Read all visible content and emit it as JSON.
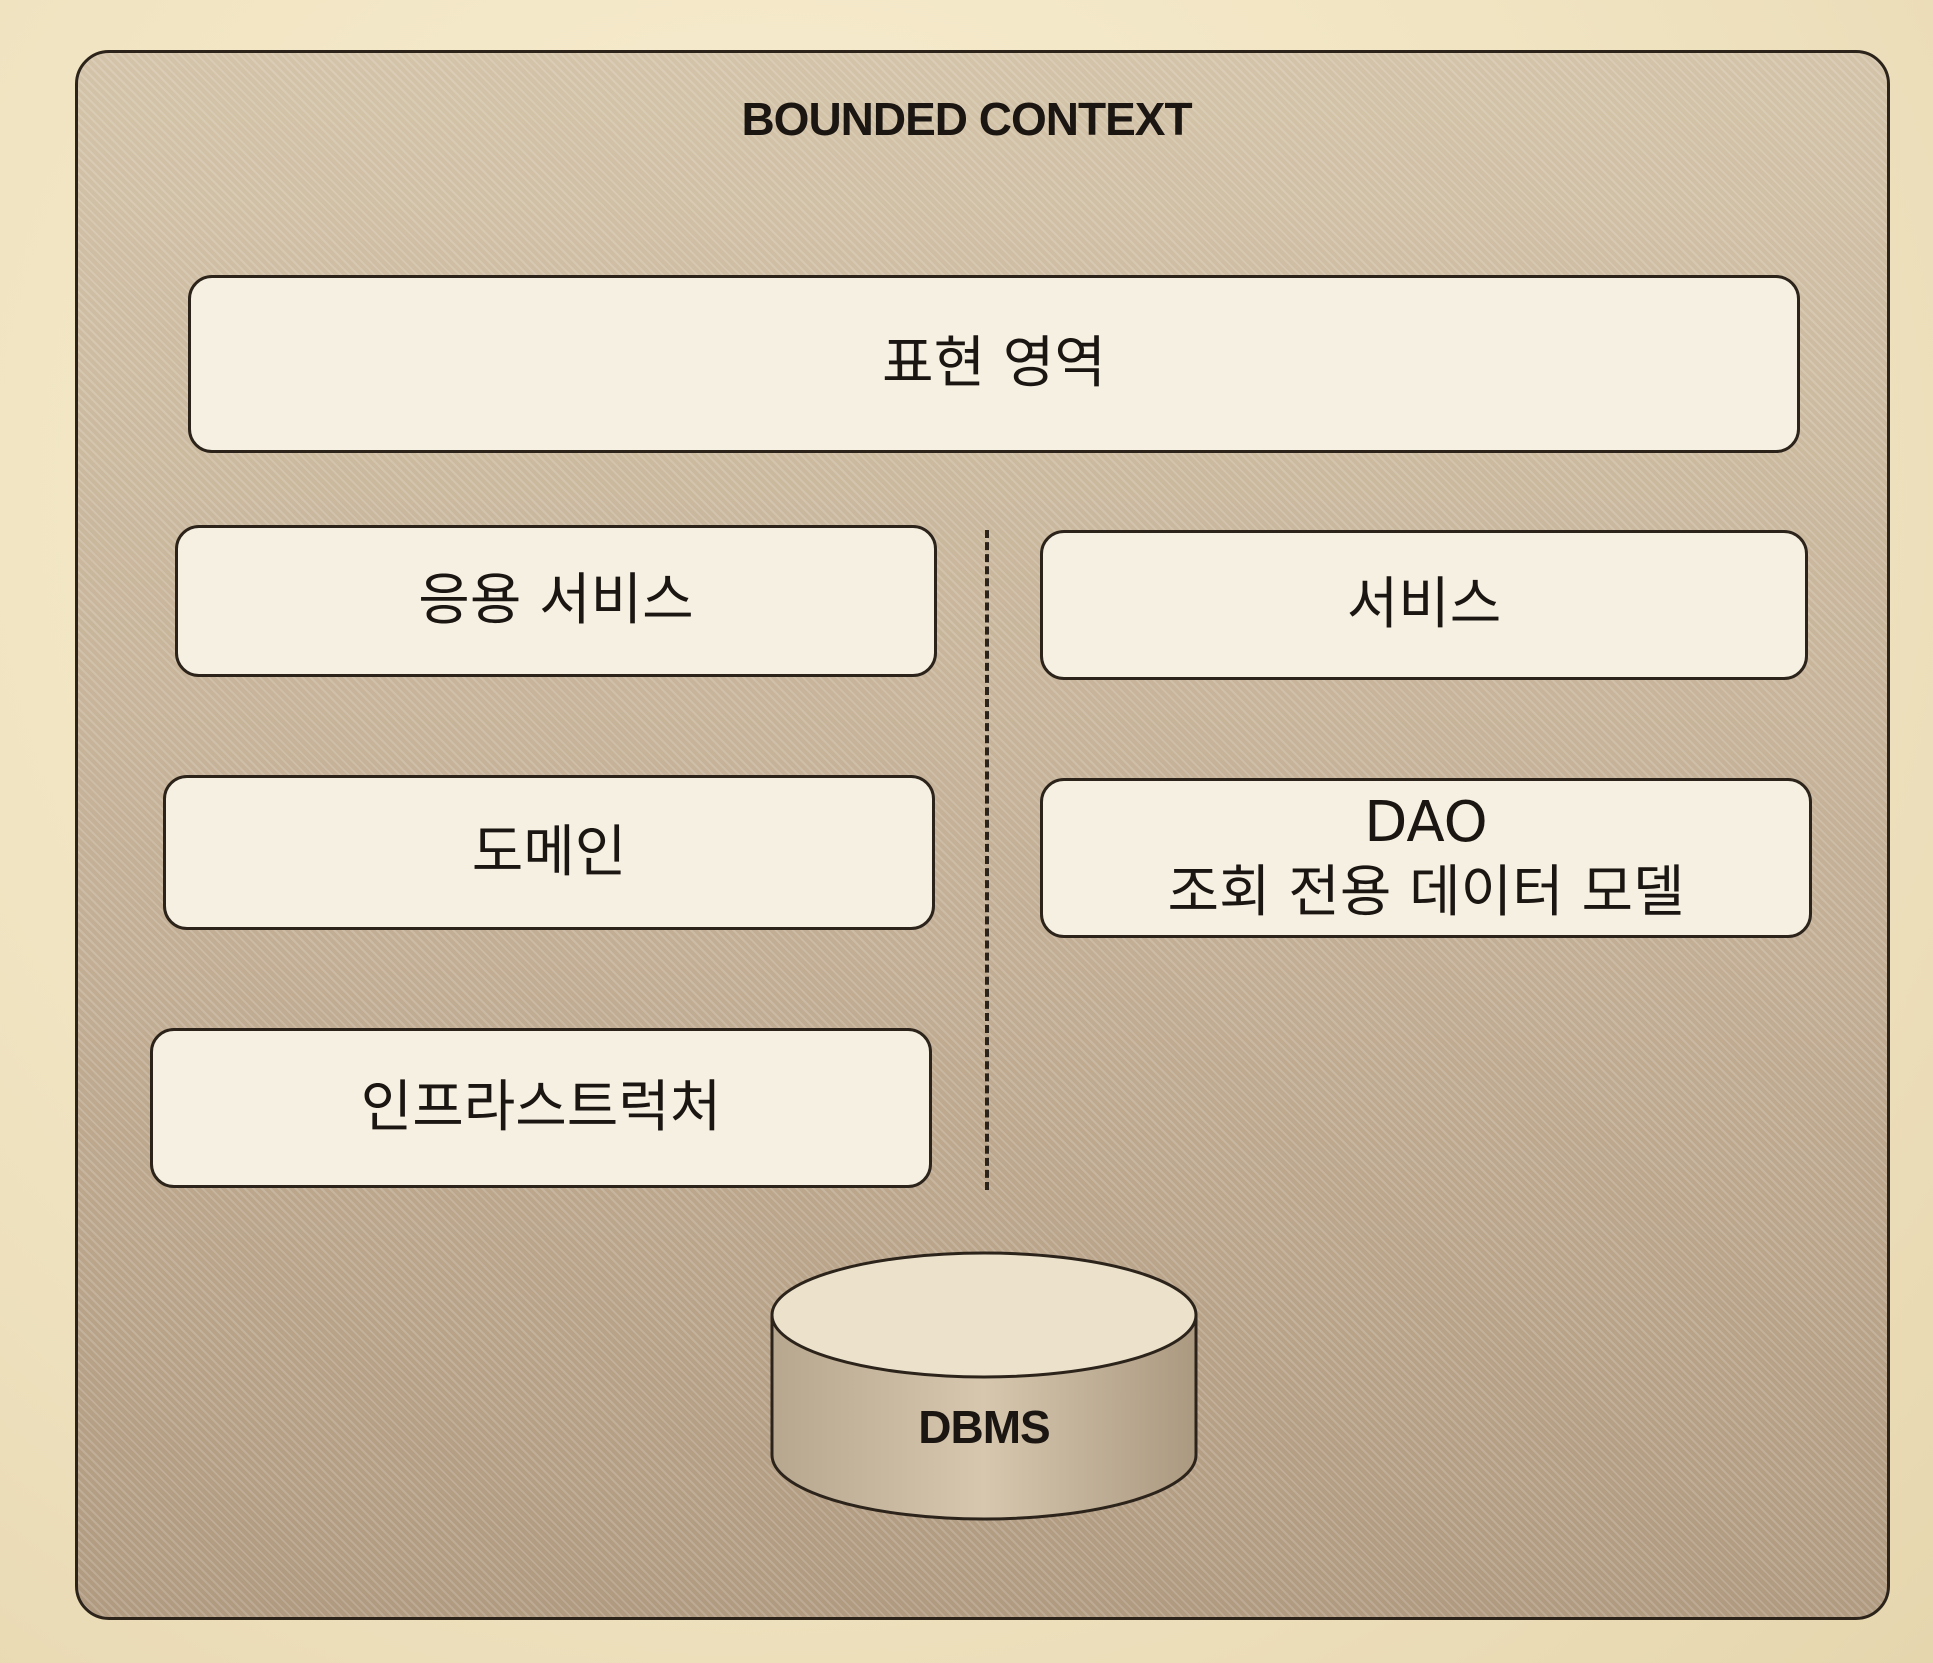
{
  "diagram": {
    "title": "BOUNDED CONTEXT",
    "left_column": [
      {
        "label": "응용 서비스"
      },
      {
        "label": "도메인"
      },
      {
        "label": "인프라스트럭처"
      }
    ],
    "top_box": {
      "label": "표현 영역"
    },
    "right_column": {
      "service": {
        "label": "서비스"
      },
      "dao": {
        "label_line1": "DAO",
        "label_line2": "조회 전용 데이터 모델"
      }
    },
    "database": {
      "label": "DBMS"
    }
  }
}
